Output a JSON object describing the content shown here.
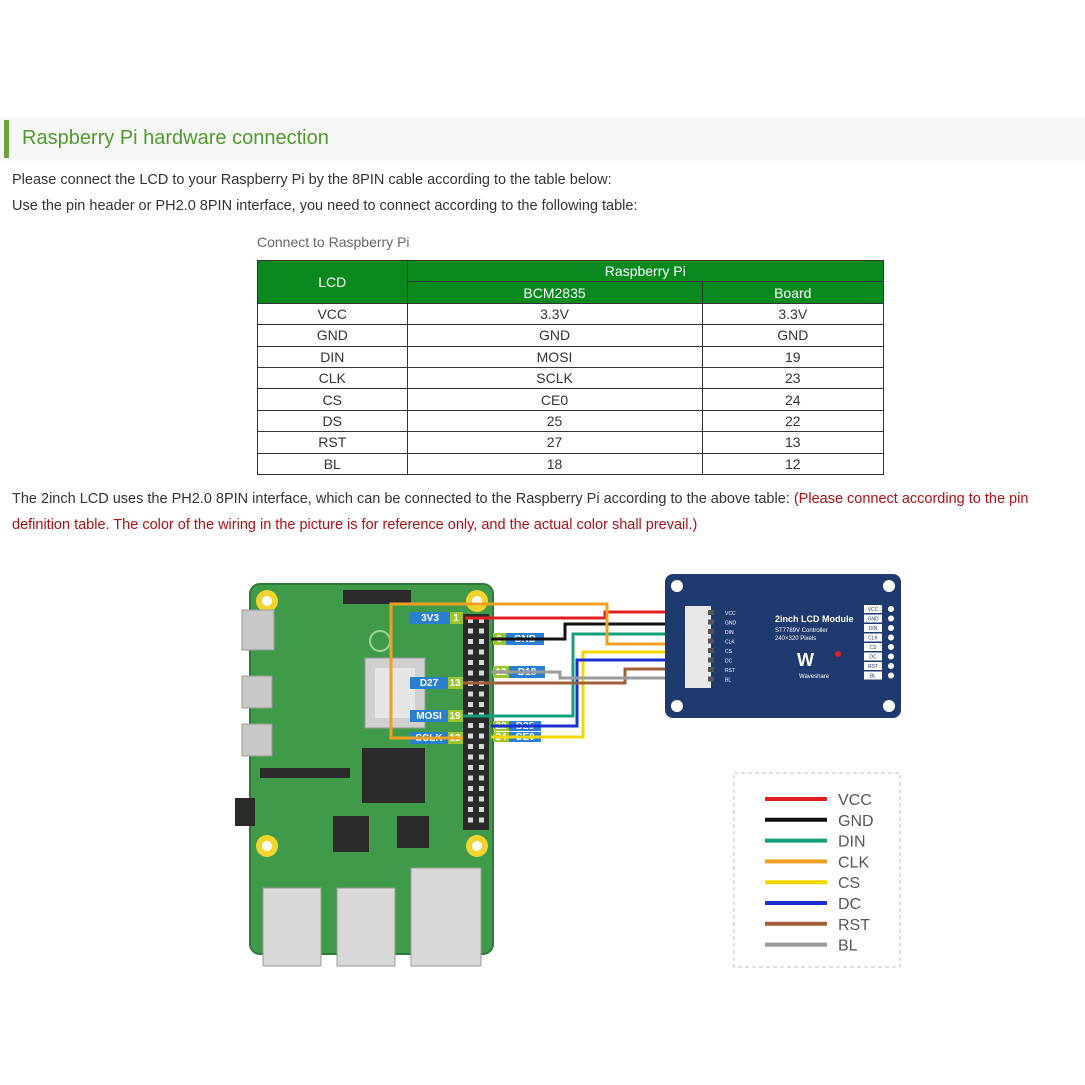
{
  "section_title": "Raspberry Pi hardware connection",
  "intro_line1": "Please connect the LCD to your Raspberry Pi by the 8PIN cable according to the table below:",
  "intro_line2": "Use the pin header or PH2.0 8PIN interface, you need to connect according to the following table:",
  "table_caption": "Connect to Raspberry Pi",
  "table": {
    "col_lcd": "LCD",
    "col_group": "Raspberry Pi",
    "col_bcm": "BCM2835",
    "col_board": "Board",
    "rows": [
      {
        "lcd": "VCC",
        "bcm": "3.3V",
        "board": "3.3V"
      },
      {
        "lcd": "GND",
        "bcm": "GND",
        "board": "GND"
      },
      {
        "lcd": "DIN",
        "bcm": "MOSI",
        "board": "19"
      },
      {
        "lcd": "CLK",
        "bcm": "SCLK",
        "board": "23"
      },
      {
        "lcd": "CS",
        "bcm": "CE0",
        "board": "24"
      },
      {
        "lcd": "DS",
        "bcm": "25",
        "board": "22"
      },
      {
        "lcd": "RST",
        "bcm": "27",
        "board": "13"
      },
      {
        "lcd": "BL",
        "bcm": "18",
        "board": "12"
      }
    ]
  },
  "note_main": "The 2inch LCD uses the PH2.0 8PIN interface, which can be connected to the Raspberry Pi according to the above table: ",
  "note_red": "(Please connect according to the pin definition table. The color of the wiring in the picture is for reference only, and the actual color shall prevail.)",
  "diagram": {
    "pi_labels": {
      "v33": "3V3",
      "pin1": "1",
      "pin6": "6",
      "gnd": "GND",
      "pin12": "12",
      "d18": "D18",
      "d27": "D27",
      "pin13a": "13",
      "mosi": "MOSI",
      "pin19": "19",
      "pin22": "22",
      "d25": "D25",
      "sclk": "SCLK",
      "pin13b": "13",
      "pin24": "24",
      "ce0": "CE0"
    },
    "module_title": "2inch LCD Module",
    "module_sub1": "ST7789V Controller",
    "module_sub2": "240×320 Pixels",
    "module_brand": "Waveshare",
    "connector_pins": [
      "VCC",
      "GND",
      "DIN",
      "CLK",
      "CS",
      "DC",
      "RST",
      "BL"
    ],
    "legend": [
      {
        "label": "VCC",
        "color": "#e02020"
      },
      {
        "label": "GND",
        "color": "#111111"
      },
      {
        "label": "DIN",
        "color": "#14a07a"
      },
      {
        "label": "CLK",
        "color": "#f0a020"
      },
      {
        "label": "CS",
        "color": "#f5d800"
      },
      {
        "label": "DC",
        "color": "#1a2fcf"
      },
      {
        "label": "RST",
        "color": "#a0603a"
      },
      {
        "label": "BL",
        "color": "#9a9a9a"
      }
    ]
  }
}
